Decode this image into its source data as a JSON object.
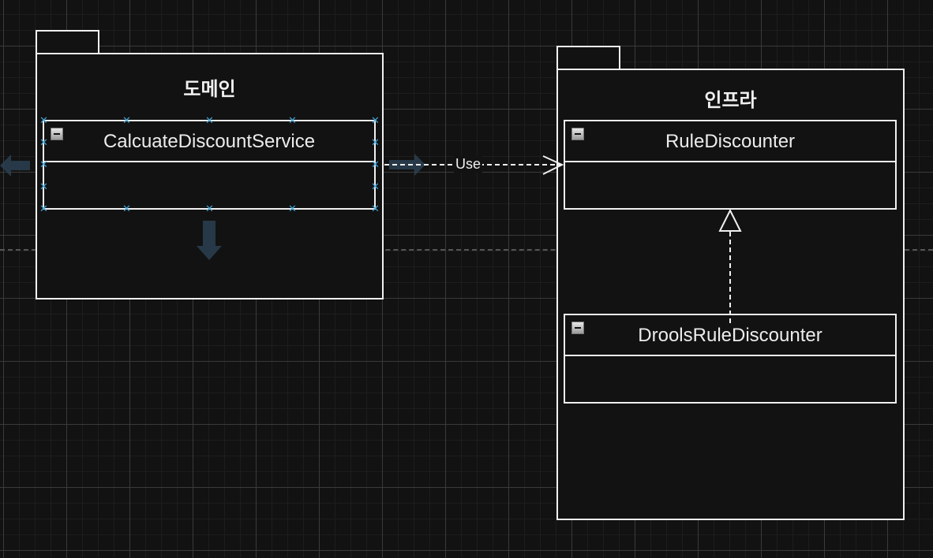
{
  "canvas": {
    "background_color": "#121212",
    "grid_major_color": "#3a3a3a",
    "grid_minor_color": "#1d1d1d",
    "selection_handle_color": "#3fa3d8",
    "line_color": "#f0f0f0"
  },
  "packages": [
    {
      "id": "domain",
      "title": "도메인",
      "classes": [
        {
          "id": "calcuate-discount-service",
          "name": "CalcuateDiscountService",
          "selected": true
        }
      ]
    },
    {
      "id": "infra",
      "title": "인프라",
      "classes": [
        {
          "id": "rule-discounter",
          "name": "RuleDiscounter",
          "selected": false
        },
        {
          "id": "drools-rule-discounter",
          "name": "DroolsRuleDiscounter",
          "selected": false
        }
      ]
    }
  ],
  "relationships": [
    {
      "type": "dependency",
      "from": "CalcuateDiscountService",
      "to": "RuleDiscounter",
      "label": "Use",
      "line": "dashed",
      "arrowhead": "open"
    },
    {
      "type": "realization",
      "from": "DroolsRuleDiscounter",
      "to": "RuleDiscounter",
      "label": "",
      "line": "dashed",
      "arrowhead": "hollow-triangle"
    }
  ],
  "icons": {
    "collapse": "minus-box-icon",
    "selection_handle": "x-handle-icon",
    "connect_arrow": "blue-hover-arrow-icon"
  }
}
